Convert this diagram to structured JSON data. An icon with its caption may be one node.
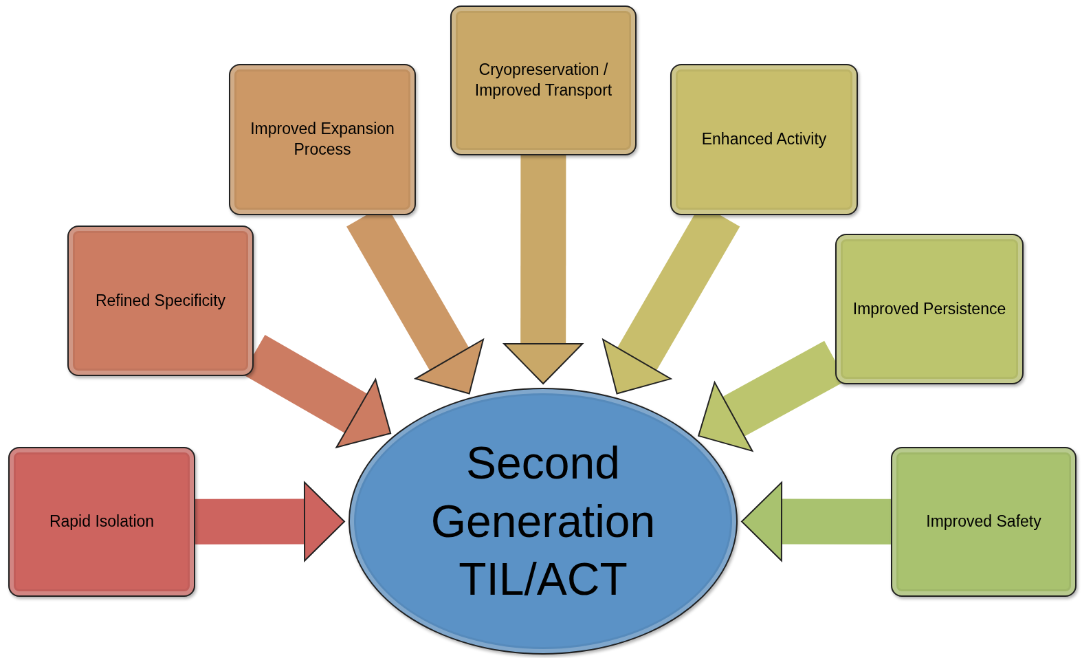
{
  "diagram": {
    "nodes": [
      {
        "text": [
          "Rapid Isolation"
        ]
      },
      {
        "text": [
          "Refined Specificity"
        ]
      },
      {
        "text": [
          "Improved Expansion Process"
        ]
      },
      {
        "text": [
          "Cryopreservation  / Improved Transport"
        ]
      },
      {
        "text": [
          "Enhanced Activity"
        ]
      },
      {
        "text": [
          "Improved Persistence"
        ]
      },
      {
        "text": [
          "Improved Safety"
        ]
      },
      {
        "text": [
          "Second Generation TIL/ACT"
        ]
      }
    ],
    "edges": [
      {
        "from": 0,
        "to": 7,
        "arrow": "to",
        "color": "#cd645f"
      },
      {
        "from": 1,
        "to": 7,
        "arrow": "to",
        "color": "#cc7c62"
      },
      {
        "from": 2,
        "to": 7,
        "arrow": "to",
        "color": "#cc9866"
      },
      {
        "from": 3,
        "to": 7,
        "arrow": "to",
        "color": "#c9a868"
      },
      {
        "from": 4,
        "to": 7,
        "arrow": "to",
        "color": "#c8be6c"
      },
      {
        "from": 5,
        "to": 7,
        "arrow": "to",
        "color": "#bcc56e"
      },
      {
        "from": 6,
        "to": 7,
        "arrow": "to",
        "color": "#a9c26f"
      }
    ]
  }
}
